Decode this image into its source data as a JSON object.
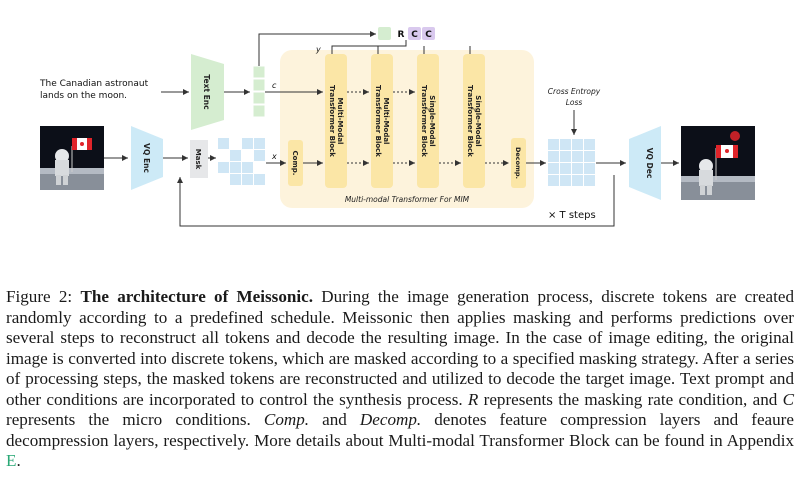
{
  "figure": {
    "prompt_text_line1": "The Canadian astronaut",
    "prompt_text_line2": "lands on the moon.",
    "text_encoder_label": "Text Enc",
    "vq_encoder_label": "VQ Enc",
    "vq_decoder_label": "VQ Dec",
    "mask_label": "Mask",
    "comp_label": "Comp.",
    "decomp_label": "Decomp.",
    "symbol_c": "c",
    "symbol_x": "x",
    "symbol_y": "y",
    "condition_R": "R",
    "condition_C1": "C",
    "condition_C2": "C",
    "blocks": [
      {
        "line1": "Multi-Modal",
        "line2": "Transformer Block"
      },
      {
        "line1": "Multi-Modal",
        "line2": "Transformer Block"
      },
      {
        "line1": "Single-Modal",
        "line2": "Transformer Block"
      },
      {
        "line1": "Single-Modal",
        "line2": "Transformer Block"
      }
    ],
    "loss_line1": "Cross Entropy",
    "loss_line2": "Loss",
    "container_label": "Multi-modal Transformer For MIM",
    "steps_label": "× T  steps",
    "colors": {
      "container_fill": "#fdf3dc",
      "block_fill": "#fbe6a6",
      "encoder_fill": "#cdeaf7",
      "text_enc_fill": "#d5edd0",
      "token_blue": "#cfe6f5",
      "condition_purple": "#d9c9ee"
    }
  },
  "caption": {
    "figure_label": "Figure 2:",
    "title": "The architecture of Meissonic.",
    "text_1": "During the image generation process, discrete tokens are created randomly according to a predefined schedule. Meissonic then applies masking and performs predictions over several steps to reconstruct all tokens and decode the resulting image. In the case of image editing, the original image is converted into discrete tokens, which are masked according to a specified masking strategy. After a series of processing steps, the masked tokens are reconstructed and utilized to decode the target image. Text prompt and other conditions are incorporated to control the synthesis process.",
    "sym_R": "R",
    "text_2": "represents the masking rate condition, and",
    "sym_C": "C",
    "text_3": "represents the micro conditions.",
    "comp_term": "Comp.",
    "text_4": "and",
    "decomp_term": "Decomp.",
    "text_5": "denotes feature compression layers and feaure decompression layers, respectively. More details about Multi-modal Transformer Block can be found in Appendix",
    "appendix_ref": "E",
    "text_end": "."
  }
}
